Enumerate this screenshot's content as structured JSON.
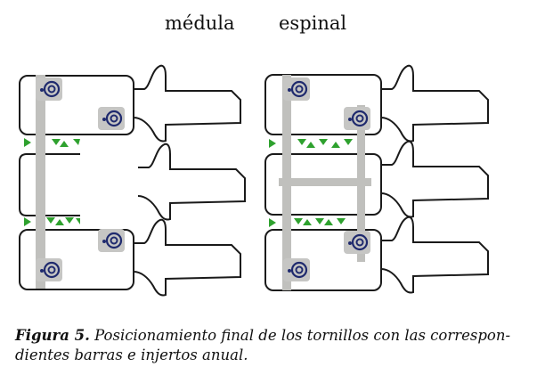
{
  "header": {
    "title_left": "médula",
    "title_right": "espinal"
  },
  "figure": {
    "panels": [
      {
        "name": "left-construct",
        "vertebrae": 3,
        "screws": 4,
        "rods": 1,
        "cross_links": 0,
        "grafts": 2
      },
      {
        "name": "right-construct",
        "vertebrae": 3,
        "screws": 4,
        "rods": 2,
        "cross_links": 1,
        "grafts": 2
      }
    ],
    "colors": {
      "outline": "#1a1a1a",
      "rod": "#c0c0bd",
      "screw_head": "#1f2a6e",
      "graft": "#2ea12e"
    }
  },
  "caption": {
    "label": "Figura 5.",
    "text": " Posicionamiento final de los tornillos con las correspon-dientes barras e injertos anual."
  }
}
